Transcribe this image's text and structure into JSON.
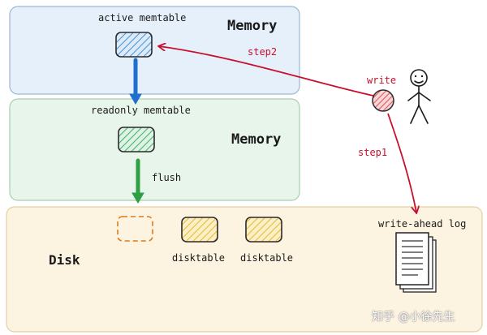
{
  "regions": {
    "memory_active_label": "Memory",
    "memory_readonly_label": "Memory",
    "disk_label": "Disk"
  },
  "components": {
    "active_memtable": "active memtable",
    "readonly_memtable": "readonly memtable",
    "flush": "flush",
    "disktable_1": "disktable",
    "disktable_2": "disktable",
    "write_ahead_log": "write-ahead log",
    "write": "write",
    "step1": "step1",
    "step2": "step2"
  },
  "watermark": "知乎 @小徐先生",
  "colors": {
    "memory_blue_bg": "#e6f0fb",
    "memory_green_bg": "#e8f5ea",
    "disk_bg": "#fdf3e1",
    "arrow_red": "#c8102e",
    "arrow_blue": "#1f6fcf",
    "arrow_green": "#2ea043",
    "table_blue": "#4a90d9",
    "table_green": "#3bb06a",
    "table_yellow": "#e8b92c",
    "table_orange_dashed": "#e07b1a"
  }
}
